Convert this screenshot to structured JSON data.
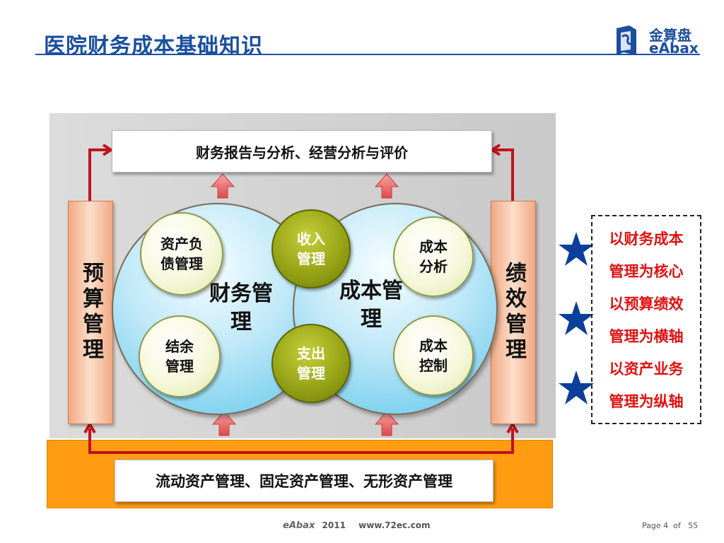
{
  "slide": {
    "title": "医院财务成本基础知识",
    "logo": {
      "cn": "金算盘",
      "en": "eAbax"
    }
  },
  "diagram": {
    "top_box": "财务报告与分析、经营分析与评价",
    "bottom_box": "流动资产管理、固定资产管理、无形资产管理",
    "left_pillar": "预算管理",
    "right_pillar": "绩效管理",
    "finance_circle": "财务管理",
    "cost_circle": "成本管理",
    "asset_circle": "资产负债管理",
    "surplus_circle": "结余管理",
    "income_circle": "收入管理",
    "expense_circle": "支出管理",
    "cost_analysis_circle": "成本分析",
    "cost_control_circle": "成本控制"
  },
  "side_notes": [
    "以财务成本",
    "管理为核心",
    "以预算绩效",
    "管理为横轴",
    "以资产业务",
    "管理为纵轴"
  ],
  "footer": {
    "brand": "eAbax",
    "year": "2011",
    "url": "www.72ec.com",
    "page": "Page 4  of   55"
  },
  "colors": {
    "title": "#1a4fa0",
    "arrow": "#c0121c",
    "side_text": "#e01010",
    "star": "#0a3f9a",
    "band": "#ff9c12"
  }
}
